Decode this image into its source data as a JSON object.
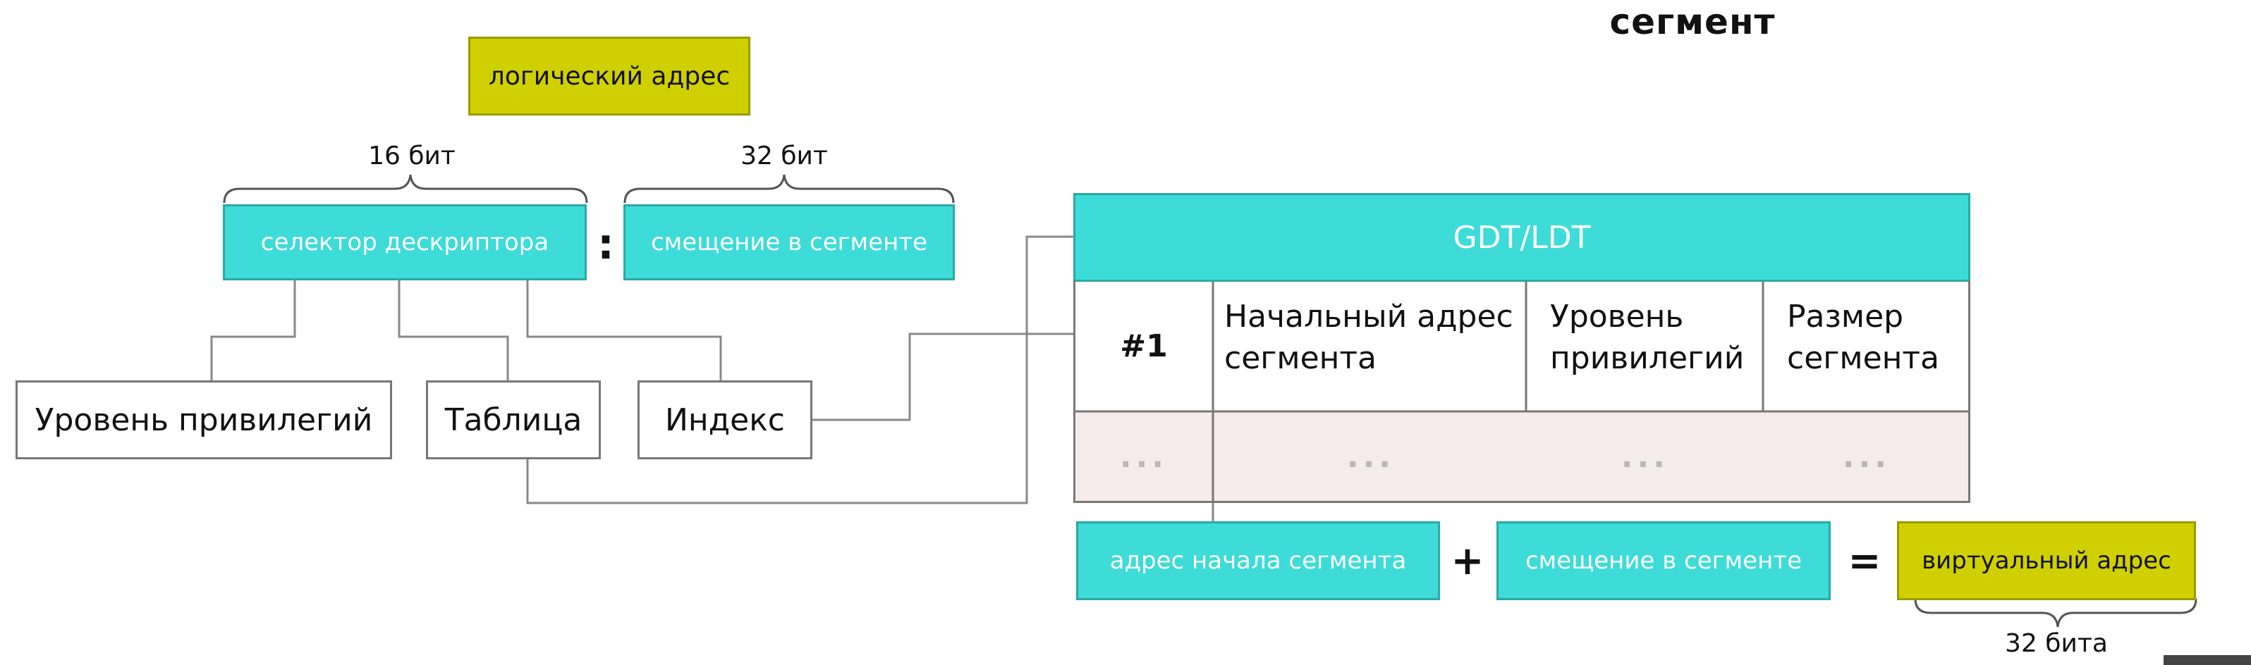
{
  "title": "сегмент",
  "logical_address": "логический адрес",
  "selector_bits": "16 бит",
  "offset_bits": "32 бит",
  "selector": "селектор дескриптора",
  "colon": ":",
  "offset": "смещение в сегменте",
  "fields": {
    "privilege": "Уровень привилегий",
    "table": "Таблица",
    "index": "Индекс"
  },
  "table": {
    "header": "GDT/LDT",
    "row1": [
      "#1",
      "Начальный адрес сегмента",
      "Уровень привилегий",
      "Размер сегмента"
    ],
    "row2": [
      "...",
      "...",
      "...",
      "..."
    ]
  },
  "formula": {
    "base": "адрес начала сегмента",
    "plus": "+",
    "offset": "смещение в сегменте",
    "equals": "=",
    "result": "виртуальный адрес",
    "result_bits": "32 бита"
  },
  "colors": {
    "cyan": "#3ddcd8",
    "yellow": "#d0d000",
    "row_tint": "#f5ebea"
  }
}
